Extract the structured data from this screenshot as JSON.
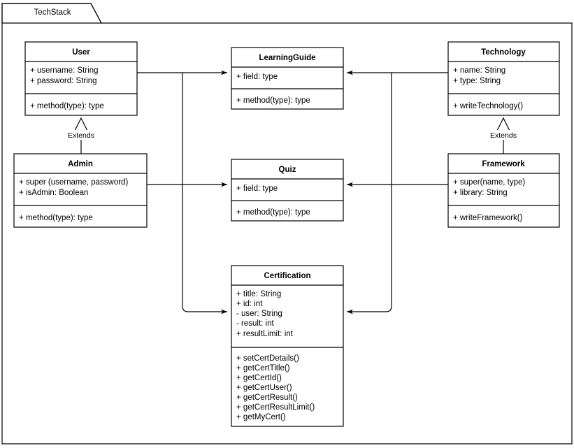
{
  "package": {
    "tab_label": "TechStack"
  },
  "colors": {
    "stroke": "#000000",
    "background": "#ffffff",
    "fill": "#ffffff"
  },
  "classes": [
    {
      "id": "user",
      "name": "User",
      "attributes": [
        "+ username: String",
        "+ password: String"
      ],
      "methods": [
        "+ method(type): type"
      ]
    },
    {
      "id": "admin",
      "name": "Admin",
      "attributes": [
        "+ super (username, password)",
        "+ isAdmin: Boolean"
      ],
      "methods": [
        "+ method(type): type"
      ]
    },
    {
      "id": "learningguide",
      "name": "LearningGuide",
      "attributes": [
        "+ field: type"
      ],
      "methods": [
        "+ method(type): type"
      ]
    },
    {
      "id": "quiz",
      "name": "Quiz",
      "attributes": [
        "+ field: type"
      ],
      "methods": [
        "+ method(type): type"
      ]
    },
    {
      "id": "certification",
      "name": "Certification",
      "attributes": [
        "+ title: String",
        "+ id: int",
        "- user: String",
        "- result: int",
        "+ resultLimit: int"
      ],
      "methods": [
        "+ setCertDetails()",
        "+ getCertTitle()",
        "+ getCertId()",
        "+ getCertUser()",
        "+ getCertResult()",
        "+ getCertResultLimit()",
        "+ getMyCert()"
      ]
    },
    {
      "id": "technology",
      "name": "Technology",
      "attributes": [
        "+ name: String",
        "+ type: String"
      ],
      "methods": [
        "+ writeTechnology()"
      ]
    },
    {
      "id": "framework",
      "name": "Framework",
      "attributes": [
        "+ super(name, type)",
        "+ library: String"
      ],
      "methods": [
        "+ writeFramework()"
      ]
    }
  ],
  "relationships": [
    {
      "id": "admin-extends-user",
      "label": "Extends",
      "from": "admin",
      "to": "user",
      "kind": "generalization"
    },
    {
      "id": "framework-extends-technology",
      "label": "Extends",
      "from": "framework",
      "to": "technology",
      "kind": "generalization"
    },
    {
      "id": "user-to-learningguide",
      "label": "",
      "from": "user",
      "to": "learningguide",
      "kind": "association"
    },
    {
      "id": "admin-to-quiz",
      "label": "",
      "from": "admin",
      "to": "quiz",
      "kind": "association"
    },
    {
      "id": "user-to-certification",
      "label": "",
      "from": "user",
      "to": "certification",
      "kind": "association"
    },
    {
      "id": "technology-to-learningguide",
      "label": "",
      "from": "technology",
      "to": "learningguide",
      "kind": "association"
    },
    {
      "id": "framework-to-quiz",
      "label": "",
      "from": "framework",
      "to": "quiz",
      "kind": "association"
    },
    {
      "id": "technology-to-certification",
      "label": "",
      "from": "technology",
      "to": "certification",
      "kind": "association"
    }
  ]
}
